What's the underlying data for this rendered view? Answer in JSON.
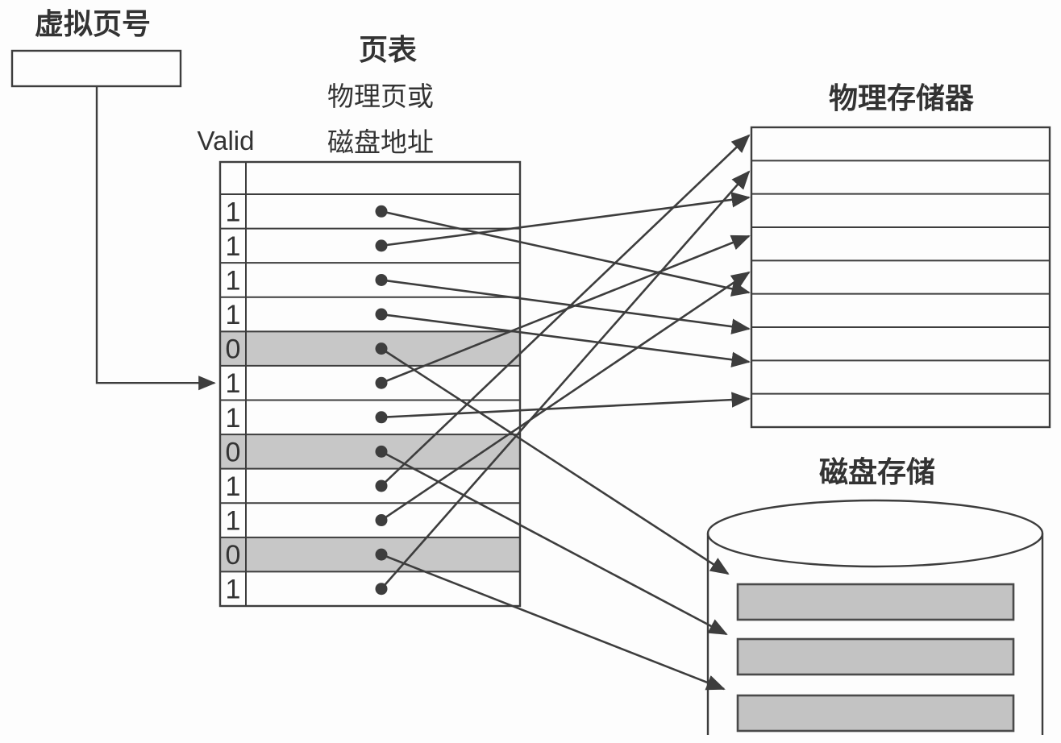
{
  "labels": {
    "virtual_page": "虚拟页号",
    "page_table_title": "页表",
    "page_table_sub1": "物理页或",
    "page_table_sub2": "磁盘地址",
    "valid_header": "Valid",
    "physical_memory": "物理存储器",
    "disk": "磁盘存储"
  },
  "page_table": {
    "pointer_entry": 6,
    "entries": [
      {
        "valid": "1",
        "to": "P6"
      },
      {
        "valid": "1",
        "to": "P3"
      },
      {
        "valid": "1",
        "to": "P7"
      },
      {
        "valid": "1",
        "to": "P8"
      },
      {
        "valid": "0",
        "to": "D1"
      },
      {
        "valid": "1",
        "to": "P4"
      },
      {
        "valid": "1",
        "to": "P9"
      },
      {
        "valid": "0",
        "to": "D2"
      },
      {
        "valid": "1",
        "to": "P1"
      },
      {
        "valid": "1",
        "to": "P5"
      },
      {
        "valid": "0",
        "to": "D3"
      },
      {
        "valid": "1",
        "to": "P2"
      }
    ]
  },
  "physical_memory": {
    "rows": 9
  },
  "disk": {
    "blocks": 3
  },
  "colors": {
    "ink": "#3d3d3d",
    "shaded_row": "#c7c7c7",
    "disk_block": "#c3c3c3",
    "background": "#fdfdfd"
  }
}
